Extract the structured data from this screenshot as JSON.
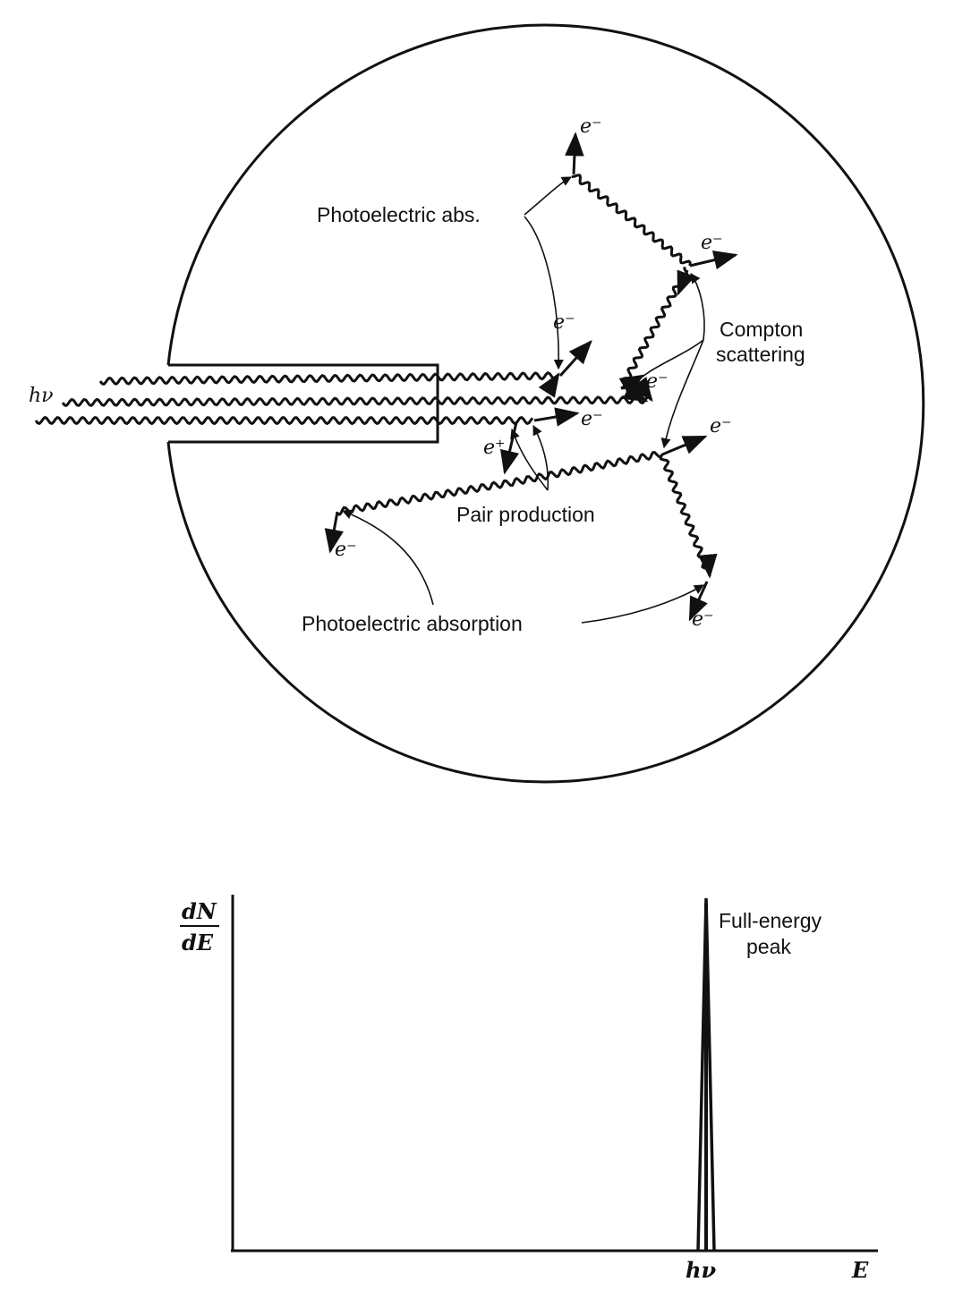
{
  "detector_diagram": {
    "incident_label": "hν",
    "electron_label": "e⁻",
    "positron_label": "e⁺",
    "labels": {
      "photoelectric_abs": "Photoelectric abs.",
      "compton_line1": "Compton",
      "compton_line2": "scattering",
      "pair_production": "Pair production",
      "photoelectric_absorption": "Photoelectric absorption"
    }
  },
  "spectrum": {
    "y_label_top": "dN",
    "y_label_bottom": "dE",
    "x_label": "E",
    "peak_position_label": "hν",
    "peak_label_line1": "Full-energy",
    "peak_label_line2": "peak"
  }
}
